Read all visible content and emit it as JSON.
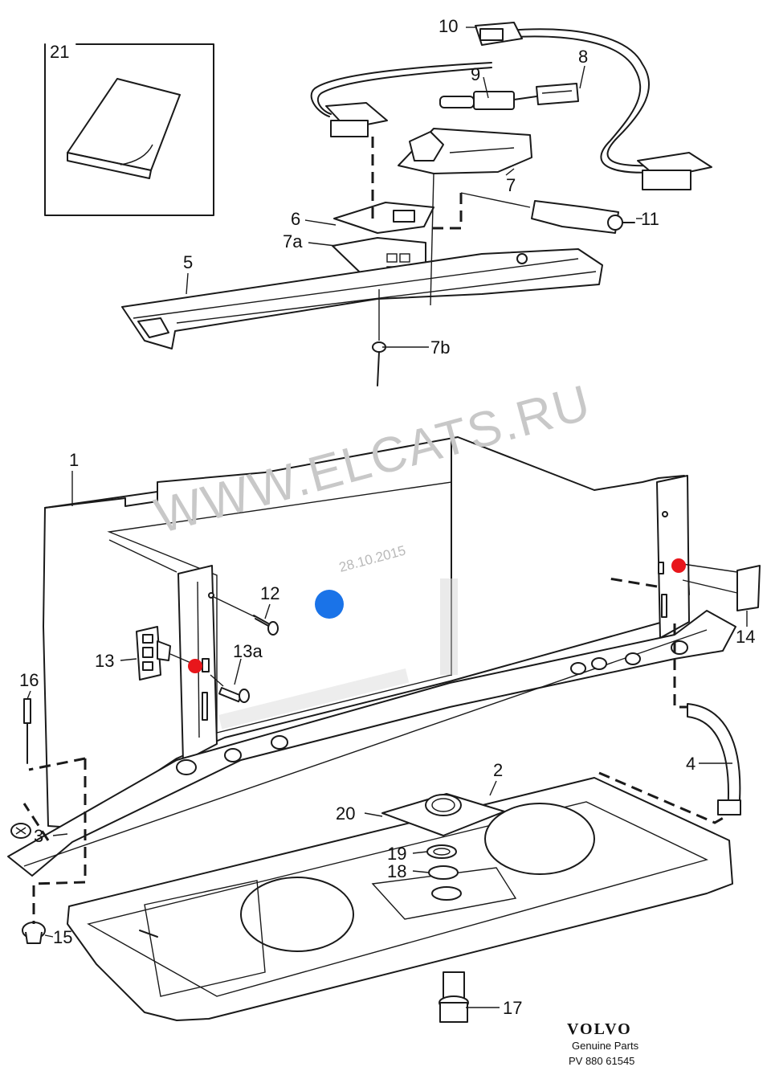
{
  "labels": {
    "l1": "1",
    "l2": "2",
    "l3": "3",
    "l4": "4",
    "l5": "5",
    "l6": "6",
    "l7": "7",
    "l7a": "7a",
    "l7b": "7b",
    "l8": "8",
    "l9": "9",
    "l10": "10",
    "l11": "11",
    "l12": "12",
    "l13": "13",
    "l13a": "13a",
    "l14": "14",
    "l15": "15",
    "l16": "16",
    "l17": "17",
    "l18": "18",
    "l19": "19",
    "l20": "20",
    "l21": "21"
  },
  "watermark": "WWW.ELCATS.RU",
  "watermark_date": "28.10.2015",
  "brand": {
    "name": "VOLVO",
    "subtitle": "Genuine Parts",
    "code": "PV 880 61545"
  },
  "markers": {
    "red": "#e8161b",
    "blue": "#1a73e8"
  }
}
